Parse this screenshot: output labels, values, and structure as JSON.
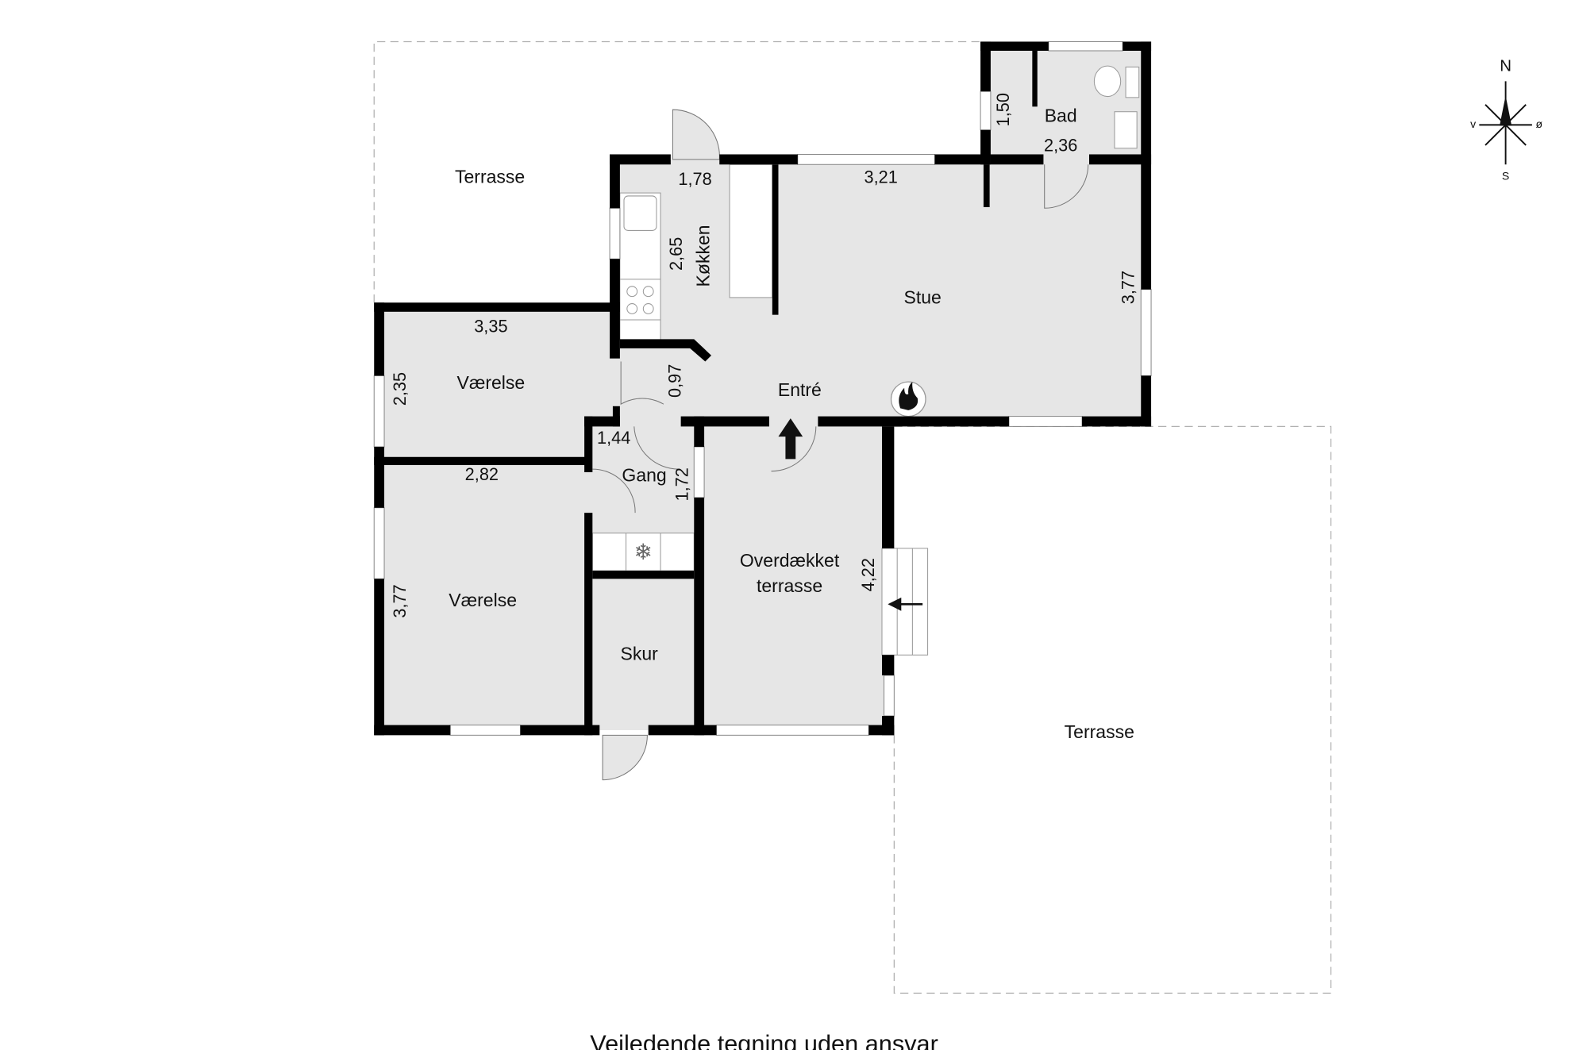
{
  "rooms": {
    "terrasse_nw": "Terrasse",
    "terrasse_se": "Terrasse",
    "bad": "Bad",
    "koekken": "Køkken",
    "stue": "Stue",
    "entre": "Entré",
    "vaerelse_1": "Værelse",
    "vaerelse_2": "Værelse",
    "gang": "Gang",
    "skur": "Skur",
    "overdaekket_line1": "Overdækket",
    "overdaekket_line2": "terrasse"
  },
  "dimensions": {
    "bad_h": "1,50",
    "bad_w": "2,36",
    "koekken_w": "1,78",
    "koekken_h": "2,65",
    "stue_w": "3,21",
    "stue_h": "3,77",
    "vaerelse1_w": "3,35",
    "vaerelse1_h": "2,35",
    "entre_w": "0,97",
    "gang_w": "1,44",
    "gang_h": "1,72",
    "vaerelse2_w": "2,82",
    "vaerelse2_h": "3,77",
    "overdaekket_h": "4,22"
  },
  "compass": {
    "n": "N",
    "s": "S",
    "e": "ø",
    "w": "v"
  },
  "caption": "Vejledende tegning uden ansvar",
  "colors": {
    "room_fill": "#e6e6e6",
    "wall": "#000000",
    "dash": "#b0b0b0"
  }
}
